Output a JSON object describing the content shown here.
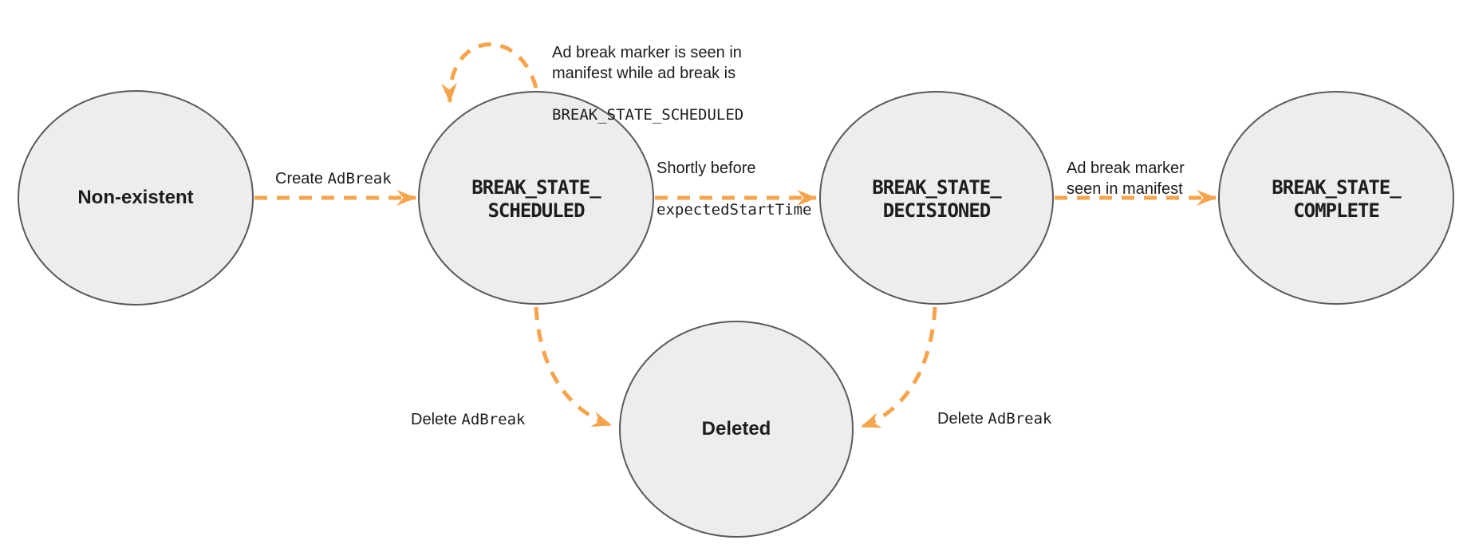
{
  "diagram": {
    "kind": "state-machine",
    "colors": {
      "arrow": "#F6A44B",
      "node_fill": "#EDEDED",
      "node_stroke": "#5A5A5C",
      "text": "#1D1D1F",
      "bg": "#FFFFFF"
    },
    "states": [
      {
        "id": "non-existent",
        "label": "Non-existent",
        "style": "plain"
      },
      {
        "id": "break-state-scheduled",
        "label": "BREAK_STATE_\nSCHEDULED",
        "style": "code"
      },
      {
        "id": "break-state-decisioned",
        "label": "BREAK_STATE_\nDECISIONED",
        "style": "code"
      },
      {
        "id": "break-state-complete",
        "label": "BREAK_STATE_\nCOMPLETE",
        "style": "code"
      },
      {
        "id": "deleted",
        "label": "Deleted",
        "style": "plain"
      }
    ],
    "transitions": [
      {
        "id": "create-ad-break",
        "from": "non-existent",
        "to": "break-state-scheduled",
        "label_plain": "Create ",
        "label_code": "AdBreak"
      },
      {
        "id": "marker-seen-while-scheduled",
        "from": "break-state-scheduled",
        "to": "break-state-scheduled",
        "label_plain": "Ad break marker is seen in\nmanifest while ad break is",
        "label_code": "BREAK_STATE_SCHEDULED"
      },
      {
        "id": "shortly-before-expected-start-time",
        "from": "break-state-scheduled",
        "to": "break-state-decisioned",
        "label_plain": "Shortly before",
        "label_code": "expectedStartTime"
      },
      {
        "id": "marker-seen-in-manifest",
        "from": "break-state-decisioned",
        "to": "break-state-complete",
        "label_plain": "Ad break marker\nseen in manifest",
        "label_code": ""
      },
      {
        "id": "delete-ad-break-from-scheduled",
        "from": "break-state-scheduled",
        "to": "deleted",
        "label_plain": "Delete ",
        "label_code": "AdBreak"
      },
      {
        "id": "delete-ad-break-from-decisioned",
        "from": "break-state-decisioned",
        "to": "deleted",
        "label_plain": "Delete ",
        "label_code": "AdBreak"
      }
    ]
  }
}
